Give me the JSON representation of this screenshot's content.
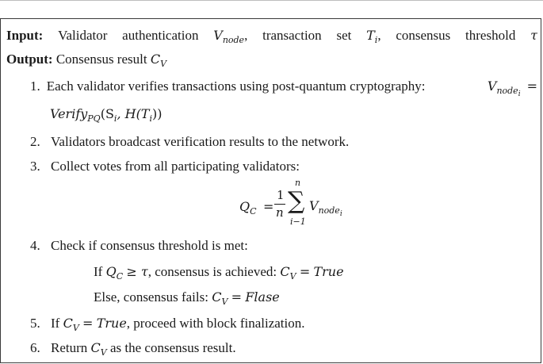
{
  "input": {
    "label": "Input:",
    "words": [
      "Validator",
      "authentication",
      "V_node,",
      "transaction",
      "set",
      "T_i,",
      "consensus",
      "threshold",
      "τ"
    ]
  },
  "output": {
    "label": "Output:",
    "text": "Consensus result",
    "symbol": "C",
    "symbol_sub": "V"
  },
  "steps": [
    {
      "num": "1.",
      "text": "Each validator verifies transactions using post-quantum cryptography:",
      "lhs": "V",
      "lhs_sub": "node",
      "lhs_subsub": "i",
      "eq": "=",
      "cont_fn": "Verify",
      "cont_fn_sub": "PQ",
      "cont_args": "(S",
      "cont_args_sub": "i",
      "cont_mid": ", H(T",
      "cont_mid_sub": "i",
      "cont_end": "))"
    },
    {
      "num": "2.",
      "text": "Validators broadcast verification results to the network."
    },
    {
      "num": "3.",
      "text": "Collect votes from all participating validators:"
    },
    {
      "num": "4.",
      "text": "Check if consensus threshold is met:"
    },
    {
      "num": "5.",
      "text_pre": "If",
      "sym": "C",
      "sym_sub": "V",
      "eq": "=",
      "val": "True",
      "text_post": ", proceed with block finalization."
    },
    {
      "num": "6.",
      "text_pre": "Return",
      "sym": "C",
      "sym_sub": "V",
      "text_post": "as the consensus result."
    }
  ],
  "formula": {
    "lhs": "Q",
    "lhs_sub": "C",
    "eq": "=",
    "numerator": "1",
    "denominator": "n",
    "sum_top": "n",
    "sum_bottom": "i−1",
    "sigma": "∑",
    "term": "V",
    "term_sub": "node",
    "term_subsub": "i"
  },
  "condition_if": {
    "pre": "If",
    "q": "Q",
    "q_sub": "C",
    "op": "≥ τ",
    "mid": ", consensus is achieved:",
    "c": "C",
    "c_sub": "V",
    "eq": "=",
    "val": "True"
  },
  "condition_else": {
    "pre": "Else, consensus fails:",
    "c": "C",
    "c_sub": "V",
    "eq": "=",
    "val": "Flase"
  }
}
